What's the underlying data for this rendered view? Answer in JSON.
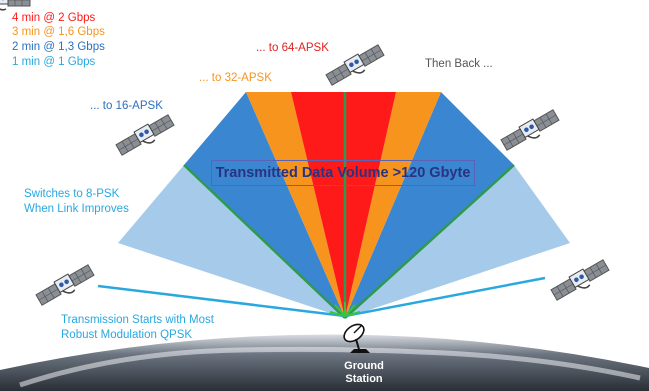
{
  "legend": [
    {
      "text": "4 min @ 2 Gbps",
      "color": "#ff1a1a"
    },
    {
      "text": "3 min @ 1,6 Gbps",
      "color": "#f7941d"
    },
    {
      "text": "2 min @ 1,3 Gbps",
      "color": "#2d6fbf"
    },
    {
      "text": "1 min @ 1 Gbps",
      "color": "#29a8e0"
    }
  ],
  "labels": {
    "apsk64": "... to 64-APSK",
    "apsk32": "... to 32-APSK",
    "apsk16": "... to 16-APSK",
    "then_back": "Then Back ...",
    "psk8_line1": "Switches to 8-PSK",
    "psk8_line2": "When Link Improves",
    "qpsk_line1": "Transmission Starts with Most",
    "qpsk_line2": "Robust Modulation QPSK",
    "ground_line1": "Ground",
    "ground_line2": "Station"
  },
  "volume_box": "Transmitted Data Volume >120 Gbyte",
  "colors": {
    "red": "#ff1a1a",
    "orange": "#f7941d",
    "blue": "#3b86d1",
    "light_blue": "#a6cbea",
    "green_line": "#2e9a4f",
    "link_line": "#29a8e0",
    "arrow": "#3cc23c"
  }
}
